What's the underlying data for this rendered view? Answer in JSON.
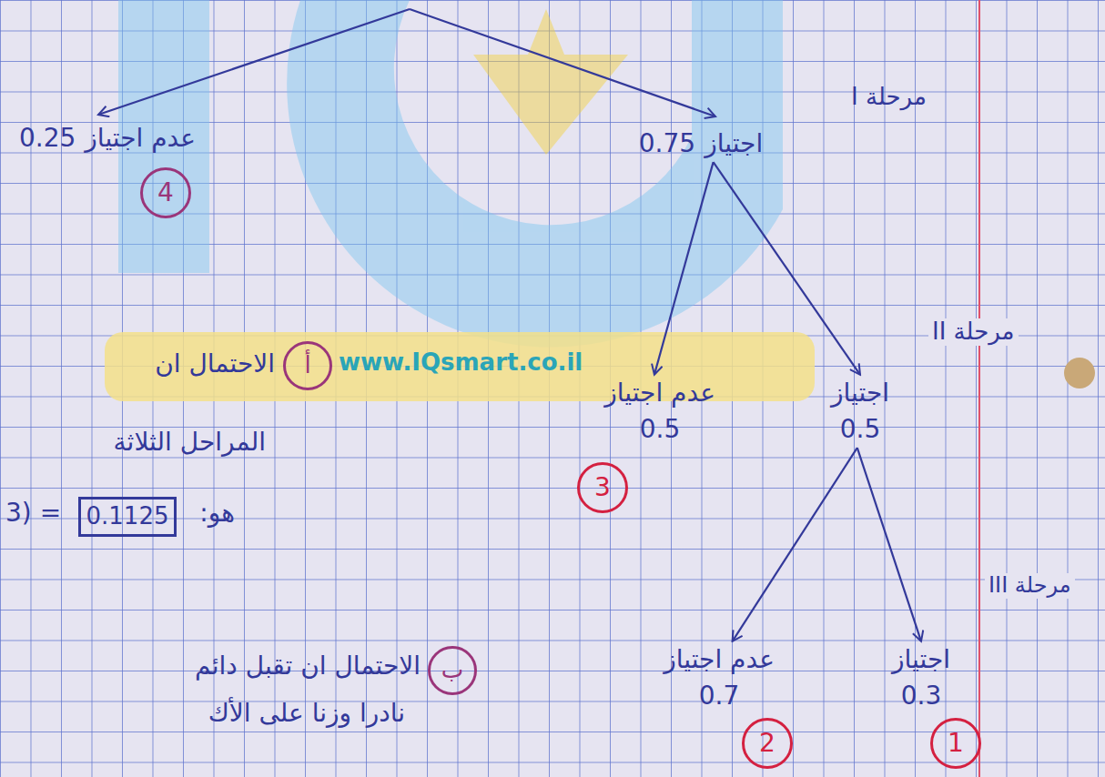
{
  "diagram": {
    "nodes": [
      {
        "text": [
          "عدم اجتياز",
          "0.25"
        ]
      },
      {
        "text": [
          "4"
        ]
      },
      {
        "text": [
          "اجتياز",
          "0.75"
        ]
      },
      {
        "text": [
          "عدم اجتياز",
          "0.5"
        ]
      },
      {
        "text": [
          "3"
        ]
      },
      {
        "text": [
          "اجتياز",
          "0.5"
        ]
      },
      {
        "text": [
          "عدم اجتياز",
          "0.7"
        ]
      },
      {
        "text": [
          "2"
        ]
      },
      {
        "text": [
          "اجتياز",
          "0.3"
        ]
      },
      {
        "text": [
          "1"
        ]
      },
      {
        "text": [
          "أ"
        ]
      },
      {
        "text": [
          "0.1125"
        ]
      },
      {
        "text": [
          "ب"
        ]
      }
    ],
    "edges": [
      {
        "from": 2,
        "to": 3,
        "arrow": "to"
      },
      {
        "from": 2,
        "to": 5,
        "arrow": "to"
      },
      {
        "from": 5,
        "to": 6,
        "arrow": "to"
      },
      {
        "from": 5,
        "to": 8,
        "arrow": "to"
      }
    ],
    "labels": [
      "مرحلة I",
      "مرحلة II",
      "مرحلة III",
      "www.IQsmart.co.il",
      "الاحتمال ان",
      "المراحل الثلاثة",
      "هو:",
      "3) =",
      "الاحتمال ان تقبل دائم",
      "نادرا وزنا على الأك"
    ]
  }
}
